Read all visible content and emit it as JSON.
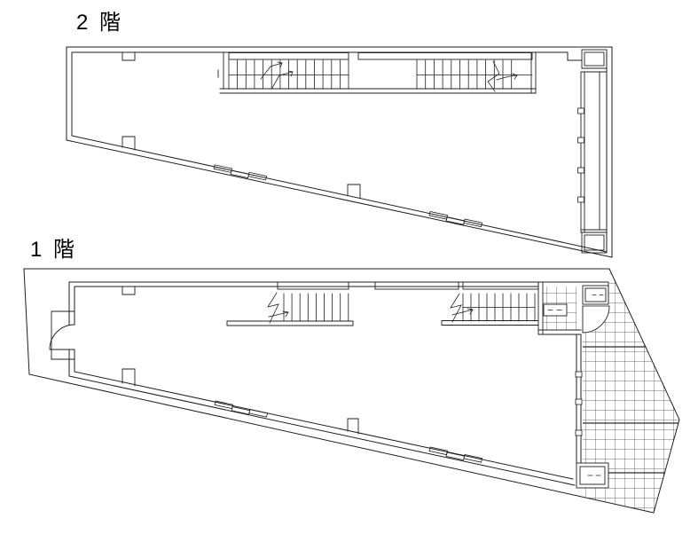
{
  "page": {
    "background_color": "#ffffff",
    "line_color": "#1f1f1f"
  },
  "floors": [
    {
      "id": "floor-2",
      "label": "2 階"
    },
    {
      "id": "floor-1",
      "label": "1 階"
    }
  ]
}
